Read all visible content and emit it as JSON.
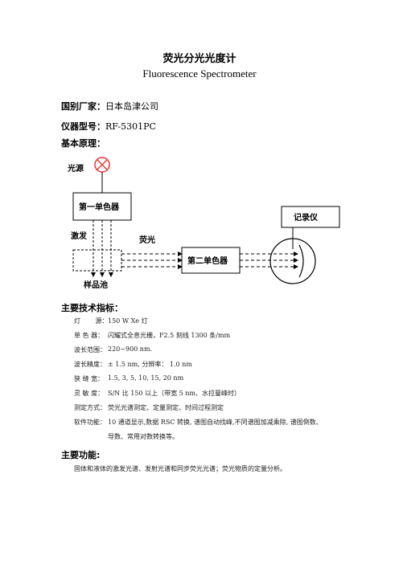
{
  "doc": {
    "title": "荧光分光光度计",
    "subtitle": "Fluorescence Spectrometer",
    "manufacturer_label": "国别厂家：",
    "manufacturer_value": "日本岛津公司",
    "model_label": "仪器型号：",
    "model_value": "RF-5301PC",
    "principle_label": "基本原理："
  },
  "diagram": {
    "light_source": "光源",
    "monochromator1": "第一单色器",
    "excitation": "激发",
    "fluorescence": "荧光",
    "monochromator2": "第二单色器",
    "recorder": "记录仪",
    "sample_cell": "样品池",
    "icons": [
      "lamp-cross-icon",
      "detector-circle-icon"
    ],
    "lamp_color": "#e53935"
  },
  "specs": {
    "heading": "主要技术指标：",
    "items": [
      {
        "key": "灯 　　源：",
        "value": "150 W Xe 灯"
      },
      {
        "key": "单 色 器：",
        "value": "闪耀式全息光栅，F2.5 刻线 1300 条/mm"
      },
      {
        "key": "波长范围：",
        "value": "220~900 nm."
      },
      {
        "key": "波长精度：",
        "value": "± 1.5 nm,  分辨率： 1.0 nm"
      },
      {
        "key": "狭 缝 宽：",
        "value": "1.5, 3, 5, 10, 15, 20 nm"
      },
      {
        "key": "灵 敏 度：",
        "value": "S/N 比 150 以上（带宽 5 nm、水拉曼峰时）"
      },
      {
        "key": "测定方式：",
        "value": "荧光光谱测定、定量测定、时间过程测定"
      },
      {
        "key": "软件功能：",
        "value": "10 通道显示,数据 RSC 转换, 谱图自动找峰,不同谱图加减乘除, 谱图倒数、"
      }
    ],
    "software_cont": "导数、常用对数转换等。"
  },
  "functions": {
    "heading": "主要功能:",
    "text": "固体和液体的激发光谱、发射光谱和同步荧光光谱；荧光物质的定量分析。"
  }
}
